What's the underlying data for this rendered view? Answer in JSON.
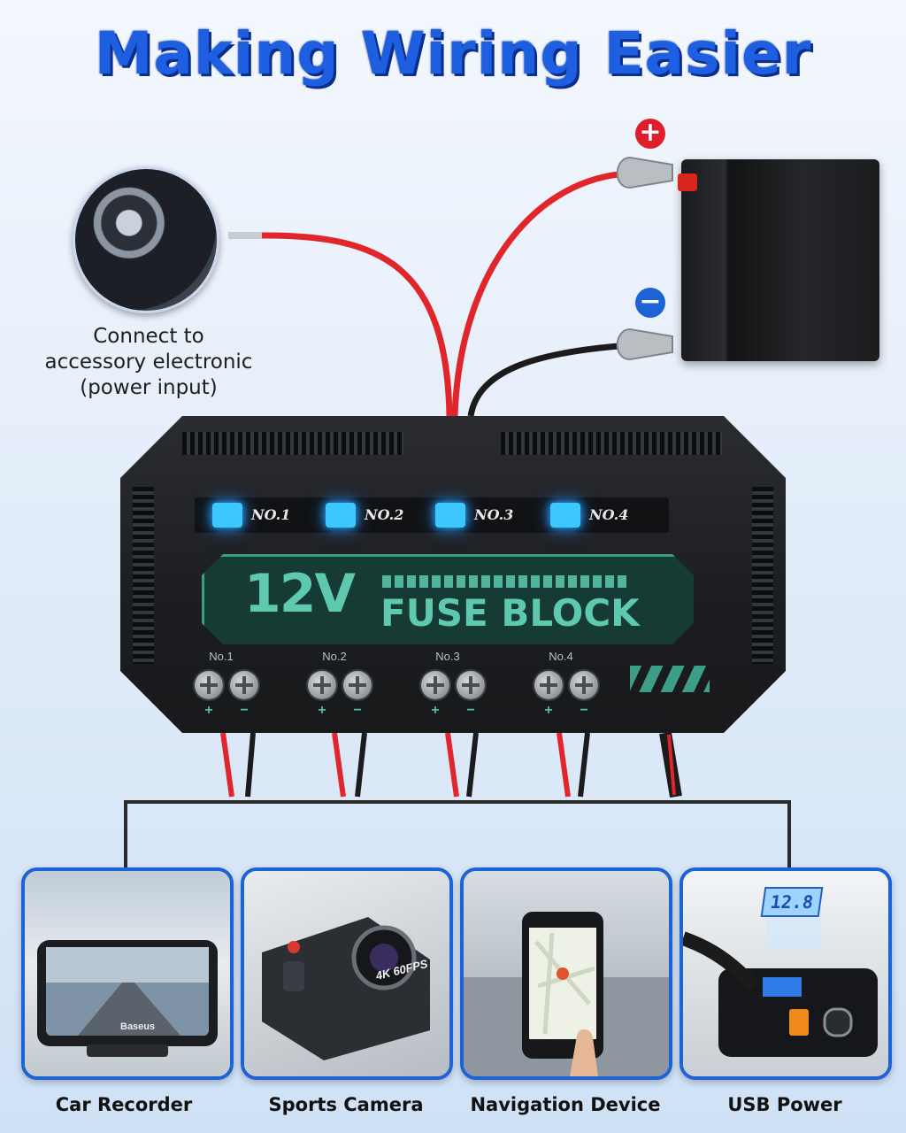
{
  "headline": "Making Wiring Easier",
  "input": {
    "caption_lines": [
      "Connect to",
      "accessory electronic",
      "(power input)"
    ]
  },
  "battery": {
    "positive_sign": "+",
    "negative_sign": "−"
  },
  "fuse_block": {
    "voltage": "12V",
    "title": "FUSE BLOCK",
    "indicators": [
      "NO.1",
      "NO.2",
      "NO.3",
      "NO.4"
    ],
    "channels": [
      "No.1",
      "No.2",
      "No.3",
      "No.4"
    ],
    "polarity_plus": "+",
    "polarity_minus": "−"
  },
  "devices": [
    {
      "name": "Car Recorder",
      "brand": "Baseus"
    },
    {
      "name": "Sports Camera",
      "resolution": "4K 60FPS"
    },
    {
      "name": "Navigation Device"
    },
    {
      "name": "USB Power",
      "display": "12.8"
    }
  ],
  "colors": {
    "headline_blue": "#1d5fe0",
    "positive_red": "#e01e2b",
    "negative_blue": "#1e63d6",
    "led_blue": "#3ec6ff",
    "panel_green": "#5ec9ad",
    "wire_red": "#e0262b",
    "wire_black": "#1b1b1b"
  }
}
